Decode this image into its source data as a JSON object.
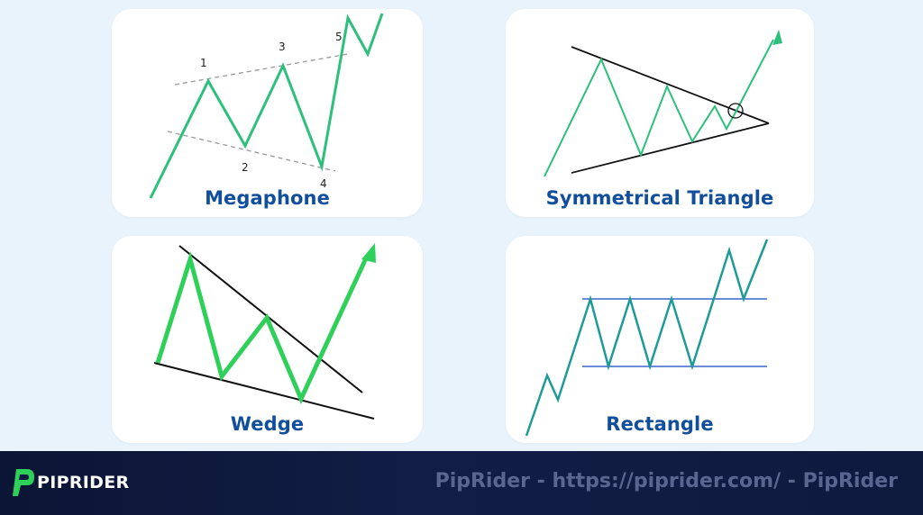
{
  "cards": {
    "megaphone": {
      "title": "Megaphone",
      "labels": [
        "1",
        "2",
        "3",
        "4",
        "5"
      ]
    },
    "triangle": {
      "title": "Symmetrical Triangle"
    },
    "wedge": {
      "title": "Wedge"
    },
    "rectangle": {
      "title": "Rectangle"
    }
  },
  "footer": {
    "logo_text": "PIPRIDER",
    "watermark": "PipRider - https://piprider.com/ - PipRider"
  },
  "colors": {
    "background": "#e9f3fb",
    "title": "#114e9c",
    "line_green": "#2dbf7c",
    "wedge_green": "#2fd05a",
    "rect_teal": "#1e9a98",
    "rect_blue": "#6b8cd8",
    "footer_bg": "#0e1a3e",
    "watermark": "#5b6690"
  }
}
